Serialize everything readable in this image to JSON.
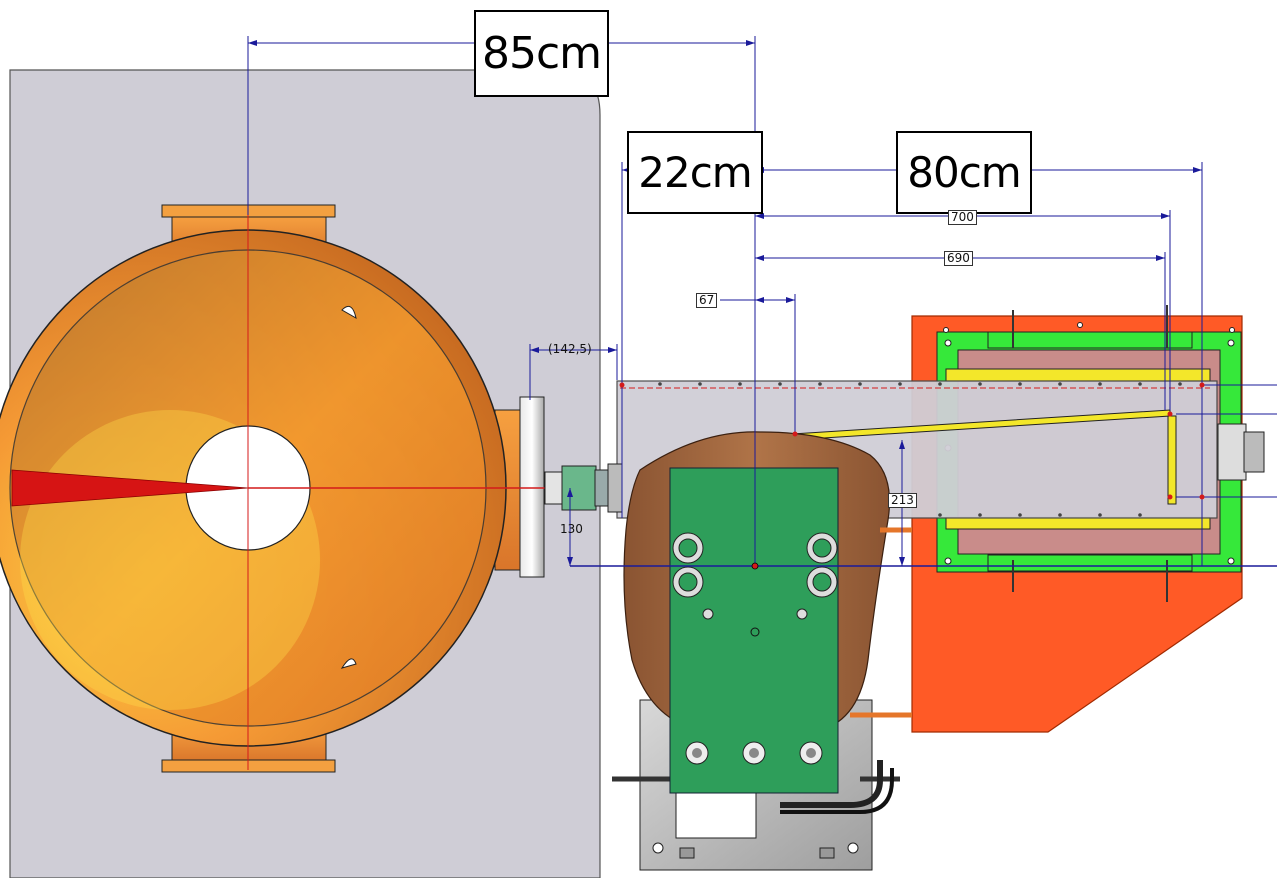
{
  "callouts": {
    "left_distance": "85cm",
    "middle_distance": "22cm",
    "right_distance": "80cm"
  },
  "dimensions": {
    "d700": "700",
    "d690": "690",
    "d67": "67",
    "d142_5": "(142,5)",
    "d213": "213",
    "d130": "130"
  },
  "colors": {
    "background_panel": "#cfcdd6",
    "chamber_orange": "#f08a2a",
    "chamber_inner": "#f3a03a",
    "dimension_line": "#1a1a9a",
    "centerline": "#d41a1a",
    "plate_orange": "#ff5a26",
    "frame_green": "#36e83a",
    "rail_yellow": "#f3e72a",
    "board_green": "#2e9e5a",
    "holder_brown": "#a86a3e"
  }
}
